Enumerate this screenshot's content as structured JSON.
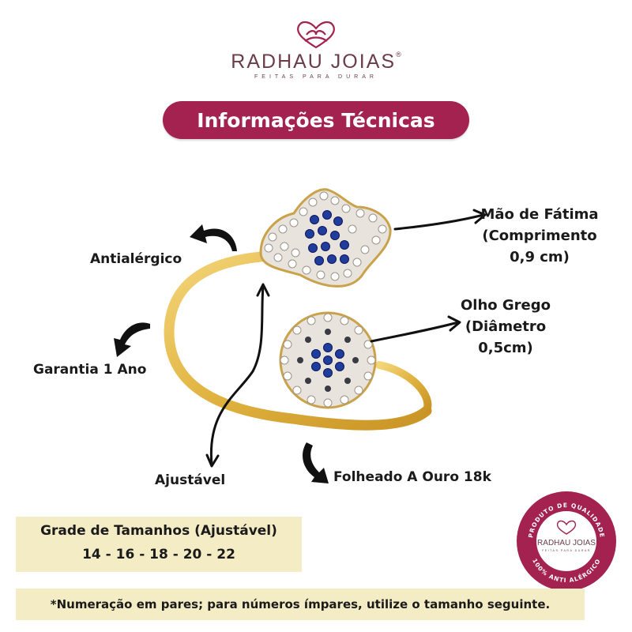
{
  "brand": {
    "name": "RADHAU JOIAS",
    "registered": "®",
    "tagline": "FEITAS PARA DURAR",
    "color": "#a3224f"
  },
  "title": "Informações Técnicas",
  "features": {
    "mao_de_fatima": [
      "Mão de Fátima",
      "(Comprimento",
      "0,9 cm)"
    ],
    "olho_grego": [
      "Olho Grego",
      "(Diâmetro",
      "0,5cm)"
    ],
    "antialergico": "Antialérgico",
    "garantia": "Garantia 1 Ano",
    "ajustavel": "Ajustável",
    "folheado": "Folheado A Ouro 18k"
  },
  "size_grid": {
    "title": "Grade de Tamanhos (Ajustável)",
    "sizes": "14 - 16 - 18 - 20 - 22",
    "background": "#f4ecc4"
  },
  "seal": {
    "top_text": "PRODUTO DE QUALIDADE",
    "brand": "RADHAU JOIAS",
    "tagline": "FEITAS PARA DURAR",
    "bottom_text": "100% ANTI ALÉRGICO"
  },
  "footnote": "*Numeração em pares; para números ímpares, utilize o tamanho seguinte.",
  "icons": [
    "heart-logo-icon",
    "curved-arrow-icon"
  ]
}
